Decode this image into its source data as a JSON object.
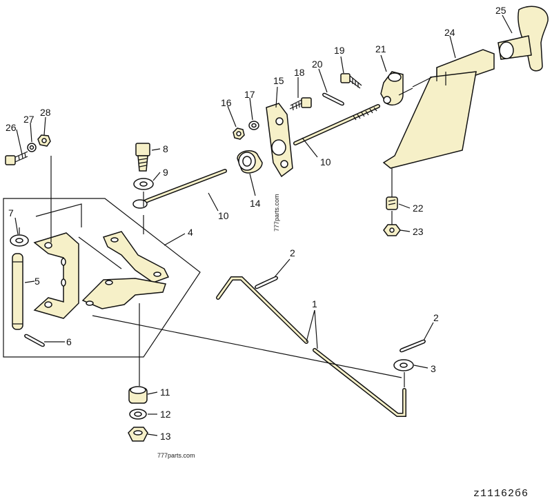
{
  "diagram": {
    "watermarks": {
      "vertical": "777parts.com",
      "bottom": "777parts.com"
    },
    "figure_code": "z11162б6",
    "callouts": {
      "p1": "1",
      "p2a": "2",
      "p2b": "2",
      "p3": "3",
      "p4": "4",
      "p5": "5",
      "p6": "6",
      "p7": "7",
      "p8": "8",
      "p9": "9",
      "p10a": "10",
      "p10b": "10",
      "p11": "11",
      "p12": "12",
      "p13": "13",
      "p14": "14",
      "p15": "15",
      "p16": "16",
      "p17": "17",
      "p18": "18",
      "p19": "19",
      "p20": "20",
      "p21": "21",
      "p22": "22",
      "p23": "23",
      "p24": "24",
      "p25": "25",
      "p26": "26",
      "p27": "27",
      "p28": "28"
    }
  }
}
